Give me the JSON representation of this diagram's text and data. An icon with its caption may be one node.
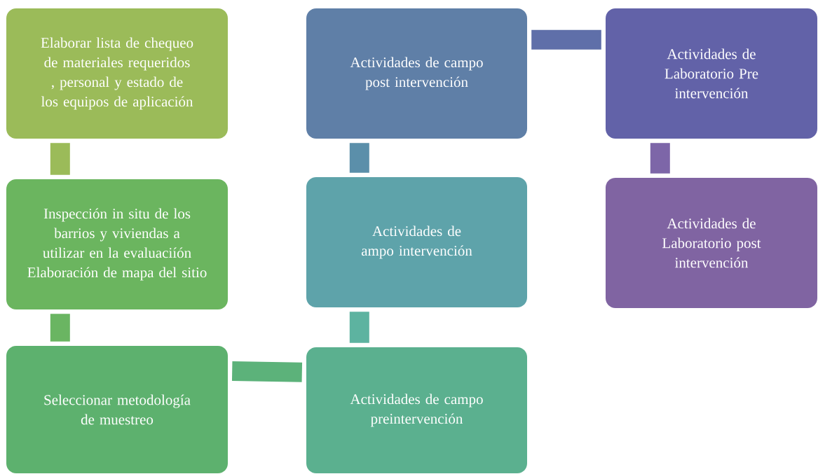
{
  "diagram": {
    "nodes": [
      {
        "text": [
          "Elaborar lista de chequeo de materiales requeridos , personal y estado de los equipos de aplicación"
        ]
      },
      {
        "text": [
          "Inspección in situ de los barrios y viviendas a utilizar en la evaluaciíón Elaboración de mapa del sitio"
        ]
      },
      {
        "text": [
          "Seleccionar metodología de muestreo"
        ]
      },
      {
        "text": [
          "Actividades  de campo preintervención"
        ]
      },
      {
        "text": [
          "Actividades de ampo intervención"
        ]
      },
      {
        "text": [
          "Actividades de campo post intervención"
        ]
      },
      {
        "text": [
          "Actividades de Laboratorio Pre intervención"
        ]
      },
      {
        "text": [
          "Actividades de Laboratorio post intervención"
        ]
      }
    ],
    "edges": [
      {
        "from": 0,
        "to": 1,
        "arrow": "none",
        "color": "#9bbb59"
      },
      {
        "from": 1,
        "to": 2,
        "arrow": "none",
        "color": "#6ab562"
      },
      {
        "from": 2,
        "to": 3,
        "arrow": "none",
        "color": "#5cb27a"
      },
      {
        "from": 3,
        "to": 4,
        "arrow": "none",
        "color": "#5db3a0"
      },
      {
        "from": 4,
        "to": 5,
        "arrow": "none",
        "color": "#5b8faa"
      },
      {
        "from": 5,
        "to": 6,
        "arrow": "none",
        "color": "#5f6fa9"
      },
      {
        "from": 6,
        "to": 7,
        "arrow": "none",
        "color": "#7d66a8"
      }
    ]
  }
}
